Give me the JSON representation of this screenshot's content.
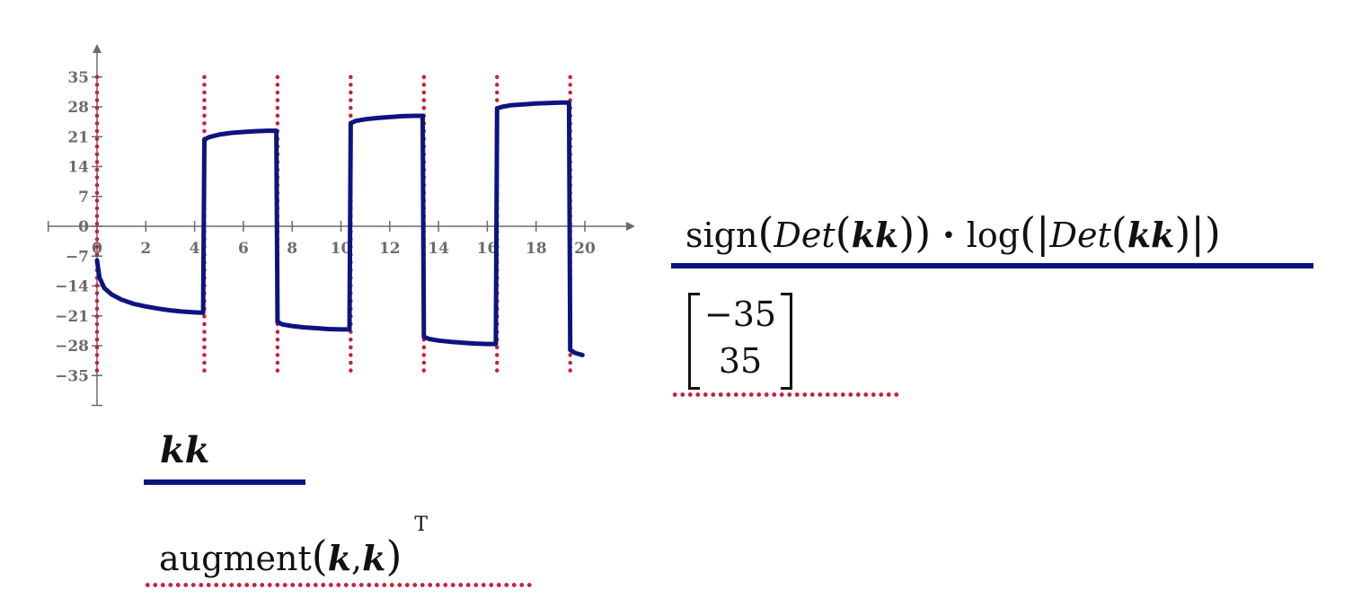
{
  "chart_data": {
    "type": "line",
    "x_ticks": [
      0,
      2,
      4,
      6,
      8,
      10,
      12,
      14,
      16,
      18,
      20
    ],
    "x_tick_labels": [
      "0",
      "2",
      "4",
      "6",
      "8",
      "10",
      "12",
      "14",
      "16",
      "18",
      "20"
    ],
    "y_ticks": [
      35,
      28,
      21,
      14,
      7,
      0,
      -7,
      -14,
      -21,
      -28,
      -35
    ],
    "y_tick_labels": [
      "35",
      "28",
      "21",
      "14",
      "7",
      "0",
      "−7",
      "−14",
      "−21",
      "−28",
      "−35"
    ],
    "xlim": [
      -2,
      22
    ],
    "ylim": [
      -42,
      42
    ],
    "grid": false,
    "series": [
      {
        "color": "#0d1480",
        "points": [
          [
            0,
            -8
          ],
          [
            0.1,
            -12
          ],
          [
            0.3,
            -14.5
          ],
          [
            0.6,
            -16
          ],
          [
            1,
            -17.2
          ],
          [
            1.5,
            -18.2
          ],
          [
            2,
            -18.8
          ],
          [
            2.5,
            -19.3
          ],
          [
            3,
            -19.7
          ],
          [
            3.5,
            -20
          ],
          [
            4,
            -20.2
          ],
          [
            4.35,
            -20.3
          ],
          [
            4.4,
            20.3
          ],
          [
            4.6,
            20.9
          ],
          [
            5,
            21.5
          ],
          [
            5.5,
            21.9
          ],
          [
            6,
            22.1
          ],
          [
            6.5,
            22.3
          ],
          [
            7,
            22.4
          ],
          [
            7.35,
            22.4
          ],
          [
            7.4,
            -22.4
          ],
          [
            7.6,
            -23
          ],
          [
            8,
            -23.4
          ],
          [
            8.5,
            -23.7
          ],
          [
            9,
            -23.9
          ],
          [
            9.5,
            -24.1
          ],
          [
            10,
            -24.2
          ],
          [
            10.35,
            -24.2
          ],
          [
            10.4,
            24.2
          ],
          [
            10.6,
            24.7
          ],
          [
            11,
            25.1
          ],
          [
            11.5,
            25.4
          ],
          [
            12,
            25.6
          ],
          [
            12.5,
            25.8
          ],
          [
            13,
            25.9
          ],
          [
            13.35,
            25.9
          ],
          [
            13.4,
            -25.9
          ],
          [
            13.6,
            -26.4
          ],
          [
            14,
            -26.8
          ],
          [
            14.5,
            -27.1
          ],
          [
            15,
            -27.3
          ],
          [
            15.5,
            -27.5
          ],
          [
            16,
            -27.6
          ],
          [
            16.35,
            -27.6
          ],
          [
            16.4,
            27.6
          ],
          [
            16.6,
            28
          ],
          [
            17,
            28.4
          ],
          [
            17.5,
            28.6
          ],
          [
            18,
            28.8
          ],
          [
            18.5,
            28.9
          ],
          [
            19,
            29
          ],
          [
            19.35,
            29
          ],
          [
            19.4,
            -29
          ],
          [
            19.6,
            -29.7
          ],
          [
            19.9,
            -30.2
          ]
        ]
      },
      {
        "color": "#c8213a",
        "style": "dotted",
        "vertical_lines_x": [
          0,
          4.4,
          7.4,
          10.4,
          13.4,
          16.4,
          19.4
        ],
        "y_range": [
          -35,
          35
        ]
      }
    ]
  },
  "worksheet": {
    "expression": {
      "sign": "sign",
      "det": "Det",
      "kk": "kk",
      "dot": "•",
      "log": "log",
      "lp": "(",
      "rp": ")",
      "bar": "|"
    },
    "result_vector": [
      "−35",
      "35"
    ],
    "kk_label": "kk",
    "augment": {
      "func": "augment",
      "arg1": "k",
      "comma": ",",
      "arg2": "k",
      "lp": "(",
      "rp": ")",
      "superscript": "T"
    }
  }
}
